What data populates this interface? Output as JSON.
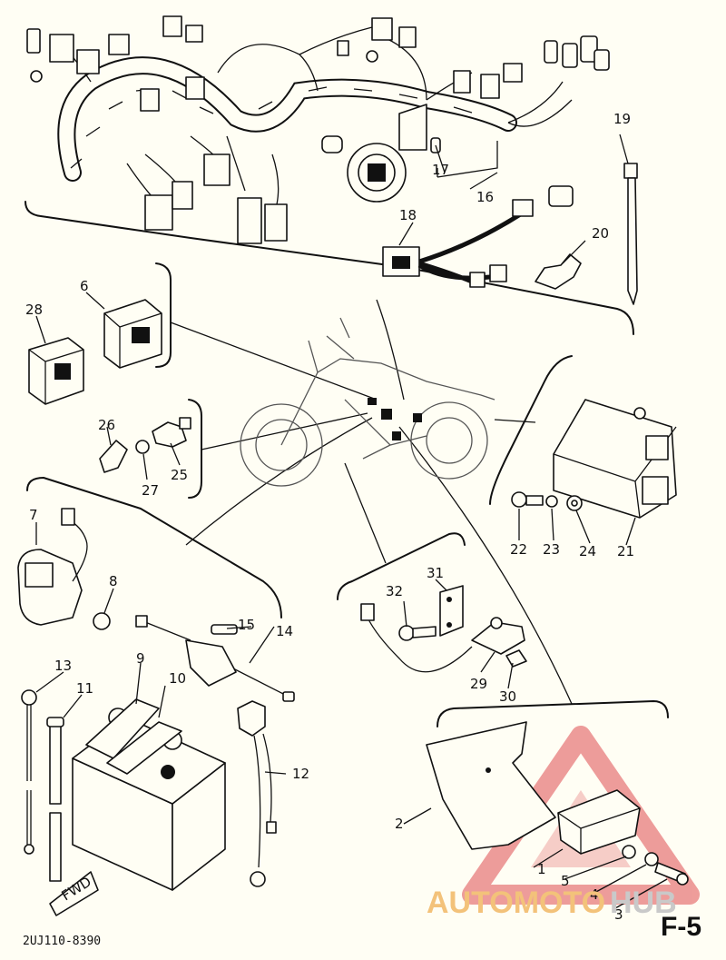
{
  "diagram": {
    "callouts": [
      "1",
      "2",
      "3",
      "4",
      "5",
      "6",
      "7",
      "8",
      "9",
      "10",
      "11",
      "12",
      "13",
      "14",
      "15",
      "16",
      "17",
      "18",
      "19",
      "20",
      "21",
      "22",
      "23",
      "24",
      "25",
      "26",
      "27",
      "28",
      "29",
      "30",
      "31",
      "32"
    ],
    "fwd_label": "FWD",
    "part_code": "2UJ110-8390",
    "page_id": "F-5"
  },
  "watermark": {
    "left": "AUTOMOTO",
    "right": "HUB",
    "colors": {
      "left": "#f3c27a",
      "right": "#c9c9c9",
      "triangle": "#e87c7c"
    }
  }
}
